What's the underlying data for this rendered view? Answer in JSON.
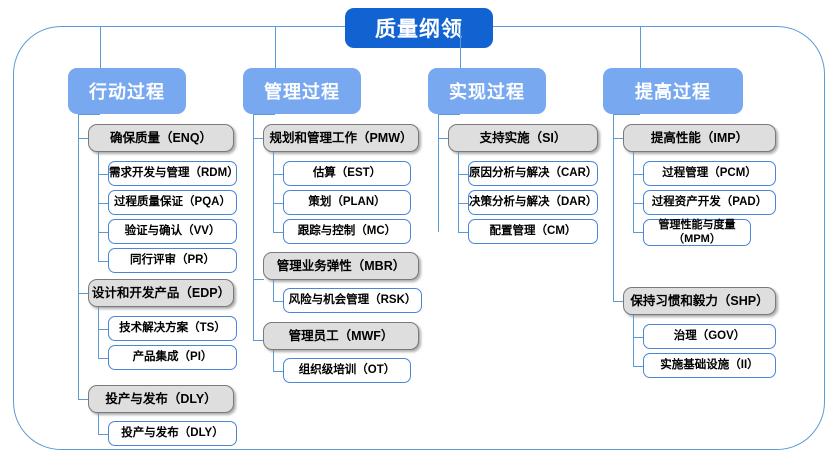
{
  "diagram": {
    "root": {
      "label": "质量纲领"
    },
    "columns": [
      {
        "id": "action",
        "header": "行动过程",
        "groups": [
          {
            "label": "确保质量（ENQ）",
            "items": [
              "需求开发与管理（RDM）",
              "过程质量保证（PQA）",
              "验证与确认（VV）",
              "同行评审（PR）"
            ]
          },
          {
            "label": "设计和开发产品（EDP）",
            "items": [
              "技术解决方案（TS）",
              "产品集成（PI）"
            ]
          },
          {
            "label": "投产与发布（DLY）",
            "items": [
              "投产与发布（DLY）"
            ]
          }
        ]
      },
      {
        "id": "management",
        "header": "管理过程",
        "groups": [
          {
            "label": "规划和管理工作（PMW）",
            "items": [
              "估算（EST）",
              "策划（PLAN）",
              "跟踪与控制（MC）"
            ]
          },
          {
            "label": "管理业务弹性（MBR）",
            "items": [
              "风险与机会管理（RSK）"
            ]
          },
          {
            "label": "管理员工（MWF）",
            "items": [
              "组织级培训（OT）"
            ]
          }
        ]
      },
      {
        "id": "implementation",
        "header": "实现过程",
        "groups": [
          {
            "label": "支持实施（SI）",
            "items": [
              "原因分析与解决（CAR）",
              "决策分析与解决（DAR）",
              "配置管理（CM）"
            ]
          }
        ]
      },
      {
        "id": "improvement",
        "header": "提高过程",
        "groups": [
          {
            "label": "提高性能（IMP）",
            "items": [
              "过程管理（PCM）",
              "过程资产开发（PAD）",
              "管理性能与度量（MPM）"
            ]
          },
          {
            "label": "保持习惯和毅力（SHP）",
            "items": [
              "治理（GOV）",
              "实施基础设施（II）"
            ]
          }
        ]
      }
    ],
    "colors": {
      "root_fill": "#1163d2",
      "header_fill": "#78a9f0",
      "group_fill": "#dedede",
      "group_border": "#7a7a7a",
      "leaf_border": "#4a86d8",
      "connector": "#5b9bd5",
      "frame_border": "#5b9bd5",
      "text_on_blue": "#ffffff",
      "text_dark": "#000000"
    }
  }
}
